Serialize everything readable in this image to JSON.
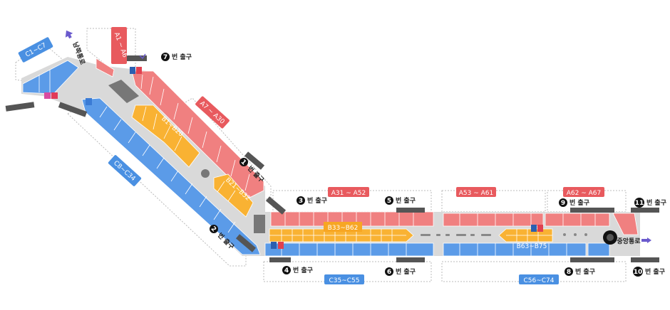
{
  "colors": {
    "a_zone": "#e85a5e",
    "b_zone": "#f7a623",
    "c_zone": "#4a90e2",
    "corridor": "#d9d9d9",
    "store_red": "#f08080",
    "store_blue": "#5b9be8",
    "store_orange": "#f9b233",
    "exit_badge": "#111111"
  },
  "sections": {
    "a1_a6": "A1 ~ A6",
    "a7_a30": "A7 ~ A30",
    "a31_a52": "A31 ~ A52",
    "a53_a61": "A53 ~ A61",
    "a62_a67": "A62 ~ A67",
    "b1_b20": "B1~B20",
    "b21_b32": "B21~B32",
    "b33_b62": "B33~B62",
    "b63_b75": "B63~B75",
    "c1_c7": "C1~C7",
    "c8_c34": "C8~C34",
    "c35_c55": "C35~C55",
    "c56_c74": "C56~C74"
  },
  "exits": {
    "suffix": "번 출구",
    "e1": "1",
    "e2": "2",
    "e3": "3",
    "e4": "4",
    "e5": "5",
    "e6": "6",
    "e7": "7",
    "e8": "8",
    "e9": "9",
    "e10": "10",
    "e11": "11"
  },
  "passages": {
    "south": "남쪽통로",
    "central": "중앙통로"
  },
  "icons": [
    "arrow-icon",
    "restroom-icon",
    "info-icon",
    "atm-icon",
    "heart-icon",
    "fountain-icon"
  ]
}
